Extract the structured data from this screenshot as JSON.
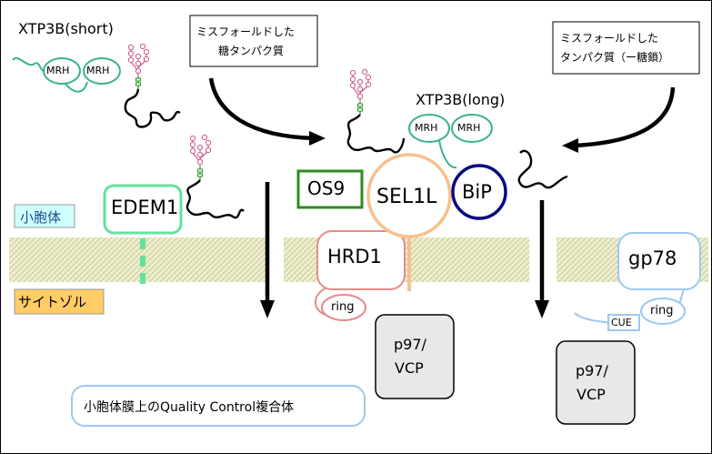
{
  "labels": {
    "xtp3b_short": "XTP3B(short)",
    "xtp3b_long": "XTP3B(long)",
    "mrh": "MRH",
    "misfolded_glyco_line1": "ミスフォールドした",
    "misfolded_glyco_line2": "糖タンパク質",
    "misfolded_nonglyco_line1": "ミスフォールドした",
    "misfolded_nonglyco_line2": "タンパク質（ー糖鎖）",
    "er_lumen": "小胞体",
    "cytosol": "サイトゾル",
    "edem1": "EDEM1",
    "os9": "OS9",
    "sel1l": "SEL1L",
    "bip": "BiP",
    "hrd1": "HRD1",
    "ring": "ring",
    "gp78": "gp78",
    "cue": "CUE",
    "p97_line1": "p97/",
    "p97_line2": "VCP",
    "complex_caption": "小胞体膜上のQuality Control複合体"
  },
  "colors": {
    "mrh_green": "#3cb38a",
    "glycan_pink": "#cc5a8c",
    "glycan_green": "#1a9a1a",
    "edem1_green": "#66e0a0",
    "os9_green": "#2e8b1e",
    "sel1l_orange": "#f7c08e",
    "bip_navy": "#0a0a80",
    "hrd1_pink": "#e88a8a",
    "gp78_blue": "#9cc8f0",
    "membrane_hatch": "#c9c98a",
    "er_label_bg": "#cfffff",
    "cytosol_label_bg": "#ffcc66",
    "p97_fill": "#e8e8e8"
  }
}
